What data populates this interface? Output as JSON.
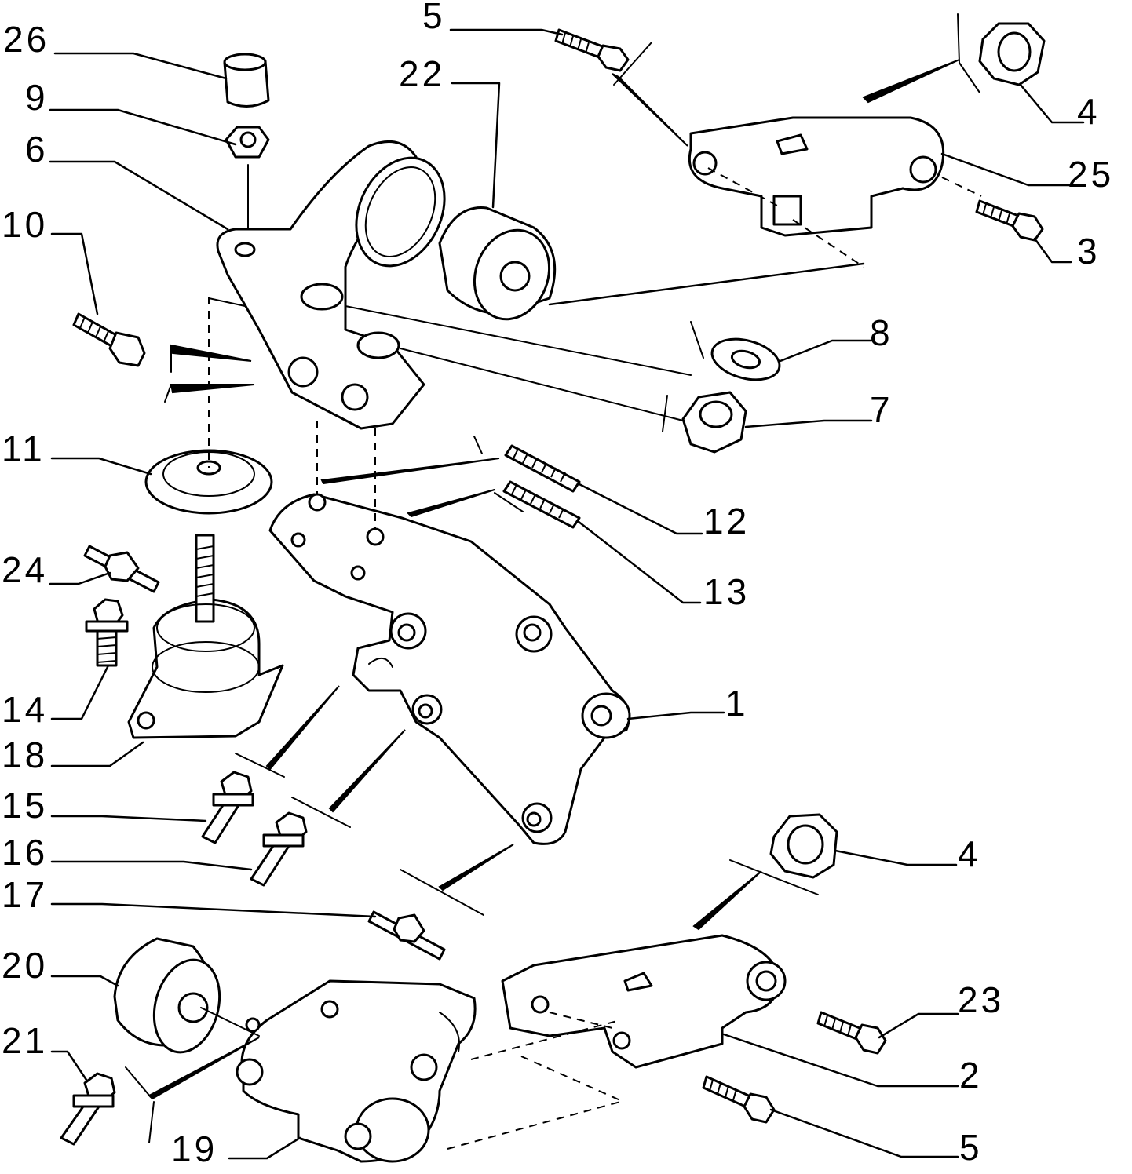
{
  "callouts": {
    "c26": "26",
    "c9": "9",
    "c6": "6",
    "c10": "10",
    "c22": "22",
    "c5_top": "5",
    "c4_top": "4",
    "c25": "25",
    "c3": "3",
    "c8": "8",
    "c7": "7",
    "c11": "11",
    "c12": "12",
    "c13": "13",
    "c24": "24",
    "c14": "14",
    "c18": "18",
    "c1": "1",
    "c15": "15",
    "c16": "16",
    "c17": "17",
    "c4_bottom": "4",
    "c20": "20",
    "c23": "23",
    "c21": "21",
    "c2": "2",
    "c19": "19",
    "c5_bottom": "5"
  },
  "colors": {
    "ink": "#000000",
    "paper": "#ffffff"
  }
}
